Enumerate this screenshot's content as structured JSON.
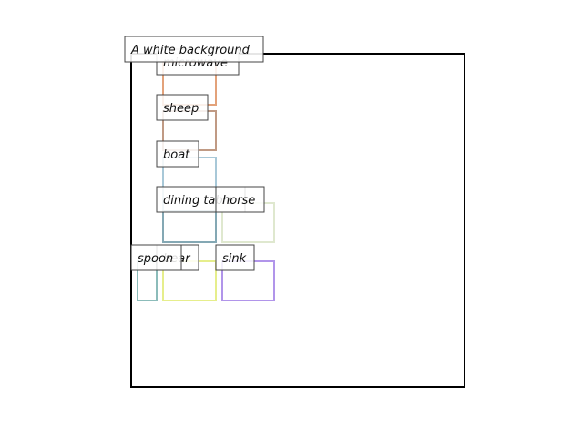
{
  "caption": "A white background",
  "colors": {
    "frame": "#000000",
    "label_border": "#444444",
    "label_fill": "#ffffff"
  },
  "objects": [
    {
      "label": "microwave",
      "color": "#e3a27a"
    },
    {
      "label": "sheep",
      "color": "#c09a84"
    },
    {
      "label": "boat",
      "color": "#a8c8d8"
    },
    {
      "label": "dining table",
      "color": "#84a8b4"
    },
    {
      "label": "horse",
      "color": "#dfe8cf"
    },
    {
      "label": "bear",
      "color": "#e6ee8c"
    },
    {
      "label": "sink",
      "color": "#b195ea"
    },
    {
      "label": "spoon",
      "color": "#8cbcba"
    }
  ]
}
